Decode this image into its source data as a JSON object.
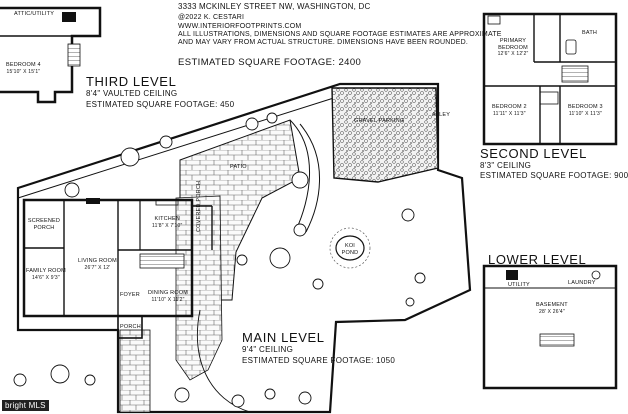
{
  "header": {
    "address": "3333 MCKINLEY STREET NW, WASHINGTON, DC",
    "copyright": "@2022 K. CESTARI",
    "website": "WWW.INTERIORFOOTPRINTS.COM",
    "disclaimer_1": "ALL ILLUSTRATIONS, DIMENSIONS AND SQUARE FOOTAGE ESTIMATES ARE APPROXIMATE",
    "disclaimer_2": "AND MAY VARY FROM ACTUAL STRUCTURE. DIMENSIONS HAVE BEEN ROUNDED.",
    "total_sqft": "ESTIMATED SQUARE FOOTAGE: 2400"
  },
  "levels": {
    "third": {
      "title": "THIRD LEVEL",
      "ceiling": "8'4\" VAULTED CEILING",
      "sqft": "ESTIMATED SQUARE FOOTAGE: 450"
    },
    "second": {
      "title": "SECOND LEVEL",
      "ceiling": "8'3\" CEILING",
      "sqft": "ESTIMATED SQUARE FOOTAGE: 900"
    },
    "main": {
      "title": "MAIN LEVEL",
      "ceiling": "9'4\" CEILING",
      "sqft": "ESTIMATED SQUARE FOOTAGE: 1050"
    },
    "lower": {
      "title": "LOWER LEVEL"
    }
  },
  "rooms": {
    "attic": "ATTIC/UTILITY",
    "bedroom4": {
      "name": "BEDROOM 4",
      "dim": "15'10\" X 15'1\""
    },
    "primary": {
      "name": "PRIMARY BEDROOM",
      "dim": "12'6\" X 12'2\""
    },
    "bath": "BATH",
    "bedroom2": {
      "name": "BEDROOM 2",
      "dim": "11'11\" X 11'3\""
    },
    "bedroom3": {
      "name": "BEDROOM 3",
      "dim": "11'10\" X 11'3\""
    },
    "screened_porch": "SCREENED PORCH",
    "family": {
      "name": "FAMILY ROOM",
      "dim": "14'6\" X 9'3\""
    },
    "living": {
      "name": "LIVING ROOM",
      "dim": "26'7\" X 12'"
    },
    "kitchen": {
      "name": "KITCHEN",
      "dim": "11'8\" X 7'10\""
    },
    "covered_porch": "COVERED PORCH",
    "foyer": "FOYER",
    "dining": {
      "name": "DINING ROOM",
      "dim": "11'10\" X 11'2\""
    },
    "porch": "PORCH",
    "basement": {
      "name": "BASEMENT",
      "dim": "28' X 26'4\""
    },
    "utility": "UTILITY",
    "laundry": "LAUNDRY"
  },
  "site": {
    "patio": "PATIO",
    "gravel_parking": "GRAVEL PARKING",
    "alley": "ALLEY",
    "koi_pond": "KOI POND"
  },
  "watermark": "bright MLS"
}
